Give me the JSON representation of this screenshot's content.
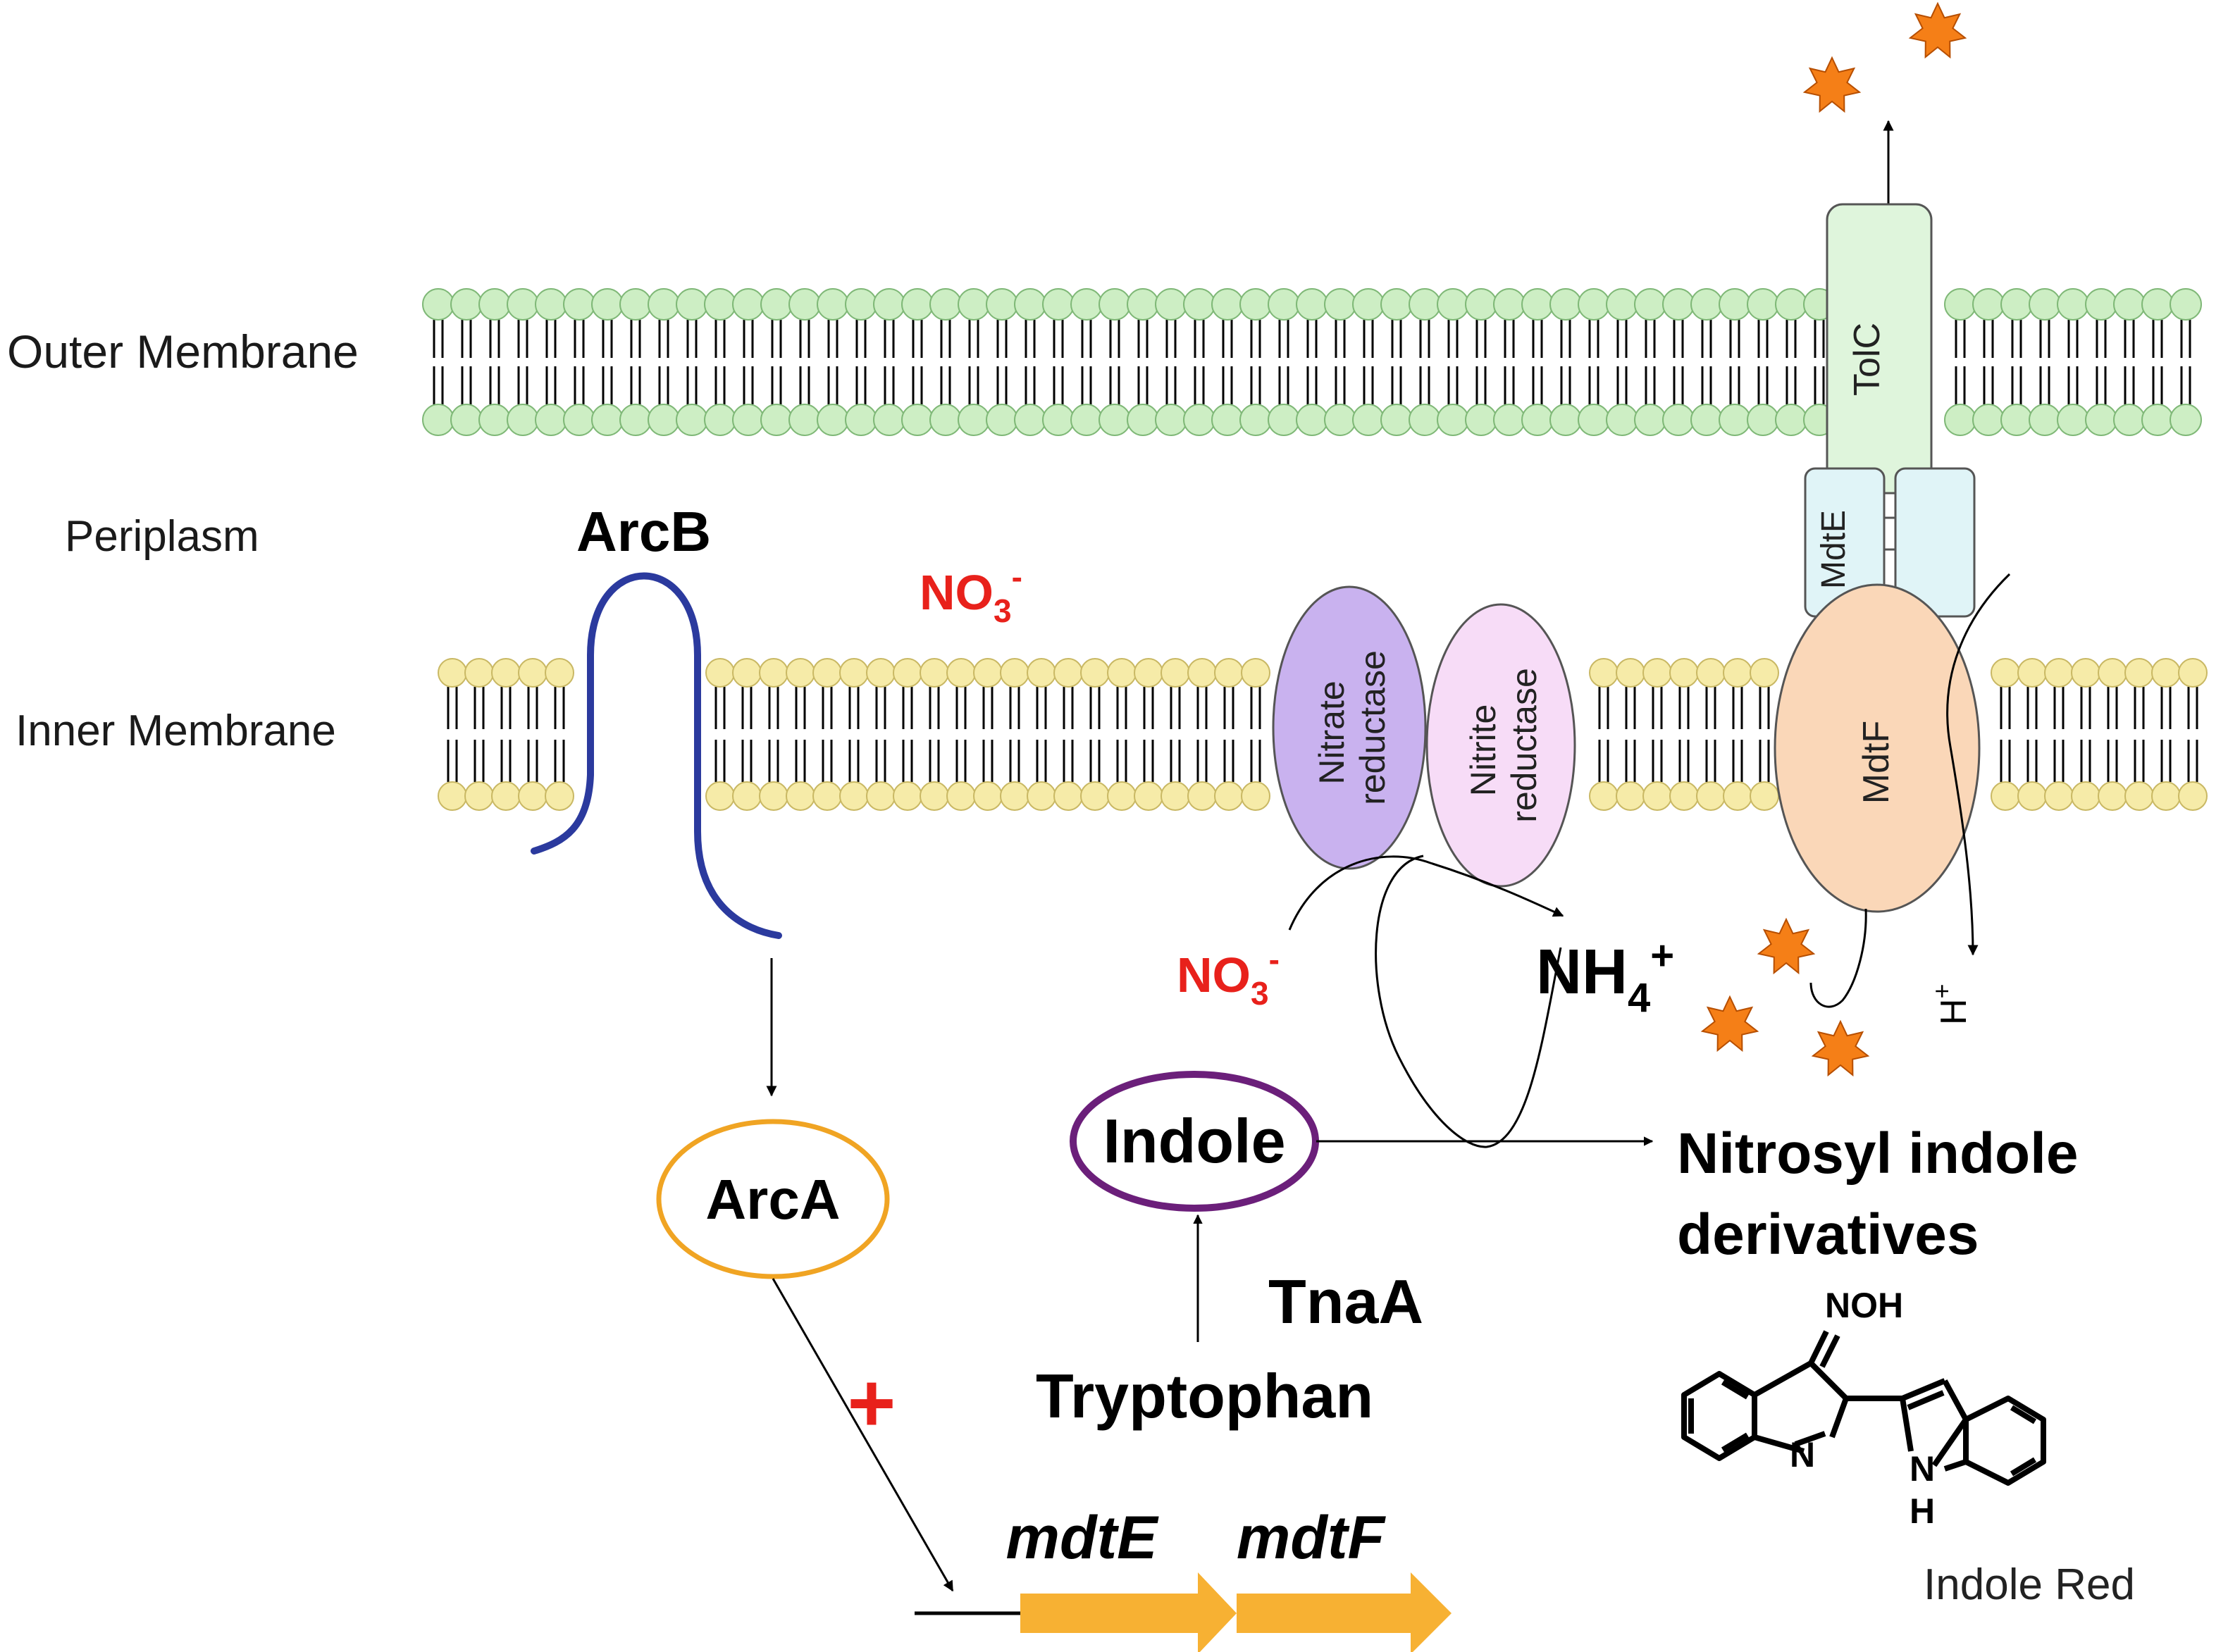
{
  "regions": {
    "outer_membrane": "Outer Membrane",
    "periplasm": "Periplasm",
    "inner_membrane": "Inner Membrane"
  },
  "proteins": {
    "arcb": "ArcB",
    "arca": "ArcA",
    "tolc": "TolC",
    "mdte": "MdtE",
    "mdtf": "MdtF",
    "nitrate_reductase": [
      "Nitrate",
      "reductase"
    ],
    "nitrite_reductase": [
      "Nitrite",
      "reductase"
    ],
    "tnaa": "TnaA"
  },
  "molecules": {
    "no3_base": "NO",
    "no3_sub": "3",
    "no3_sup": "-",
    "nh4_base": "NH",
    "nh4_sub": "4",
    "nh4_sup": "+",
    "proton_base": "H",
    "proton_sup": "+",
    "indole": "Indole",
    "tryptophan": "Tryptophan",
    "product_line1": "Nitrosyl indole",
    "product_line2": "derivatives",
    "noh": "NOH",
    "ring_n": "N",
    "ring_nh_n": "N",
    "ring_nh_h": "H",
    "indole_red": "Indole Red"
  },
  "genes": {
    "activation_sign": "+",
    "mdte": "mdtE",
    "mdtf": "mdtF"
  },
  "colors": {
    "outer_membrane_head": "#cdeec4",
    "outer_membrane_stroke": "#7fb877",
    "inner_membrane_head": "#f6eba8",
    "inner_membrane_stroke": "#c9b864",
    "arcb_line": "#2b3a9e",
    "arca_outline": "#f0a423",
    "indole_outline": "#6b1f7a",
    "nitrate_label": "#e8211b",
    "gene_arrow": "#f7b133",
    "substrate_star": "#f57f17",
    "tolc_fill": "#dff5dc",
    "mdte_fill": "#e0f4f7",
    "mdtf_fill": "#fad7b8",
    "nitrate_reductase_fill": "#c9b2ef",
    "nitrite_reductase_fill": "#f7dcf7"
  },
  "icons": [
    "substrate-star-icon",
    "phospholipid-icon",
    "indole-red-structure-icon"
  ]
}
